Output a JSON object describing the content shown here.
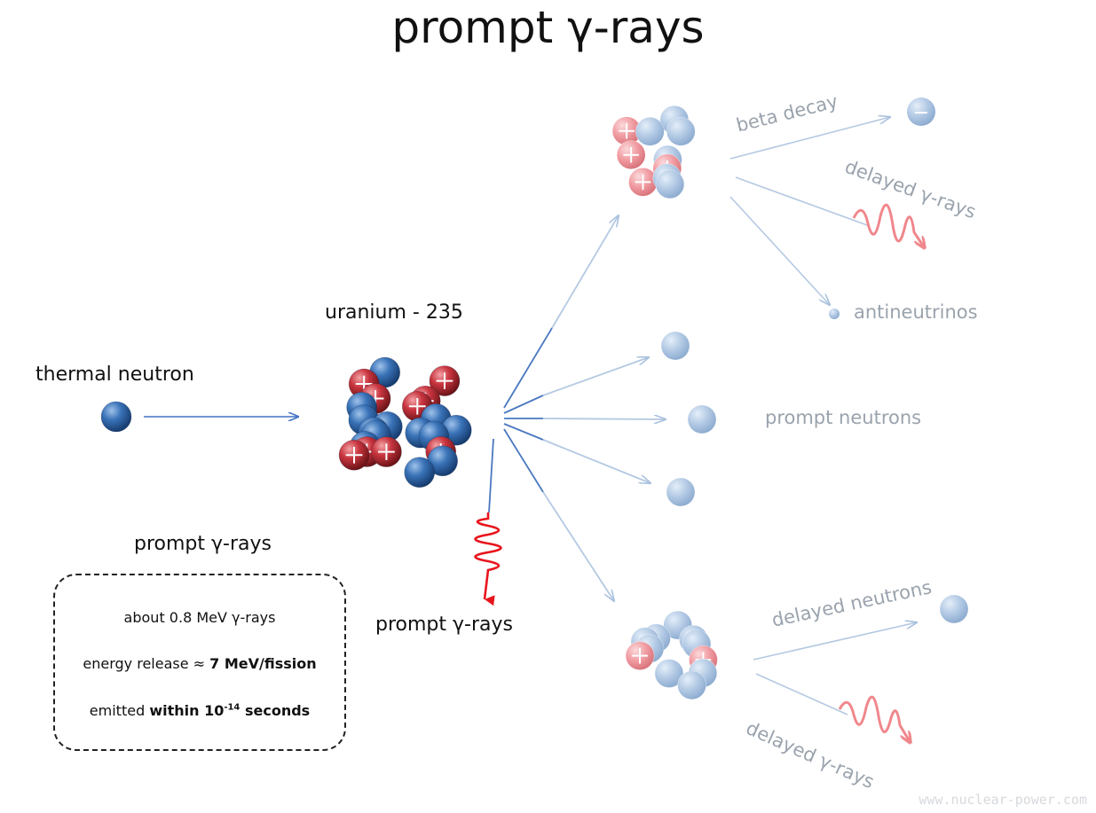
{
  "title": "prompt γ-rays",
  "labels": {
    "thermal_neutron": "thermal neutron",
    "uranium": "uranium - 235",
    "prompt_gamma_left": "prompt γ-rays",
    "prompt_gamma_center": "prompt γ-rays",
    "beta_decay": "beta decay",
    "delayed_gamma_top": "delayed γ-rays",
    "antineutrinos": "antineutrinos",
    "prompt_neutrons": "prompt neutrons",
    "delayed_neutrons": "delayed neutrons",
    "delayed_gamma_bottom": "delayed γ-rays",
    "electron_symbol": "−"
  },
  "info_box": {
    "line1": "about 0.8 MeV γ-rays",
    "line2_prefix": "energy release ≈ ",
    "line2_bold": "7 MeV/fission",
    "line3_prefix": "emitted ",
    "line3_bold": "within 10",
    "line3_sup": "-14",
    "line3_suffix": " seconds"
  },
  "watermark": "www.nuclear-power.com",
  "colors": {
    "neutron_blue": "#3a73b8",
    "proton_red": "#c9353f",
    "faded_blue": "#a9c2e0",
    "faded_red": "#ef9aa0",
    "gamma_red": "#e8141c",
    "faded_gamma": "#f0878c",
    "arrow_blue": "#4472c4",
    "faded_arrow": "#b4c9e2"
  }
}
